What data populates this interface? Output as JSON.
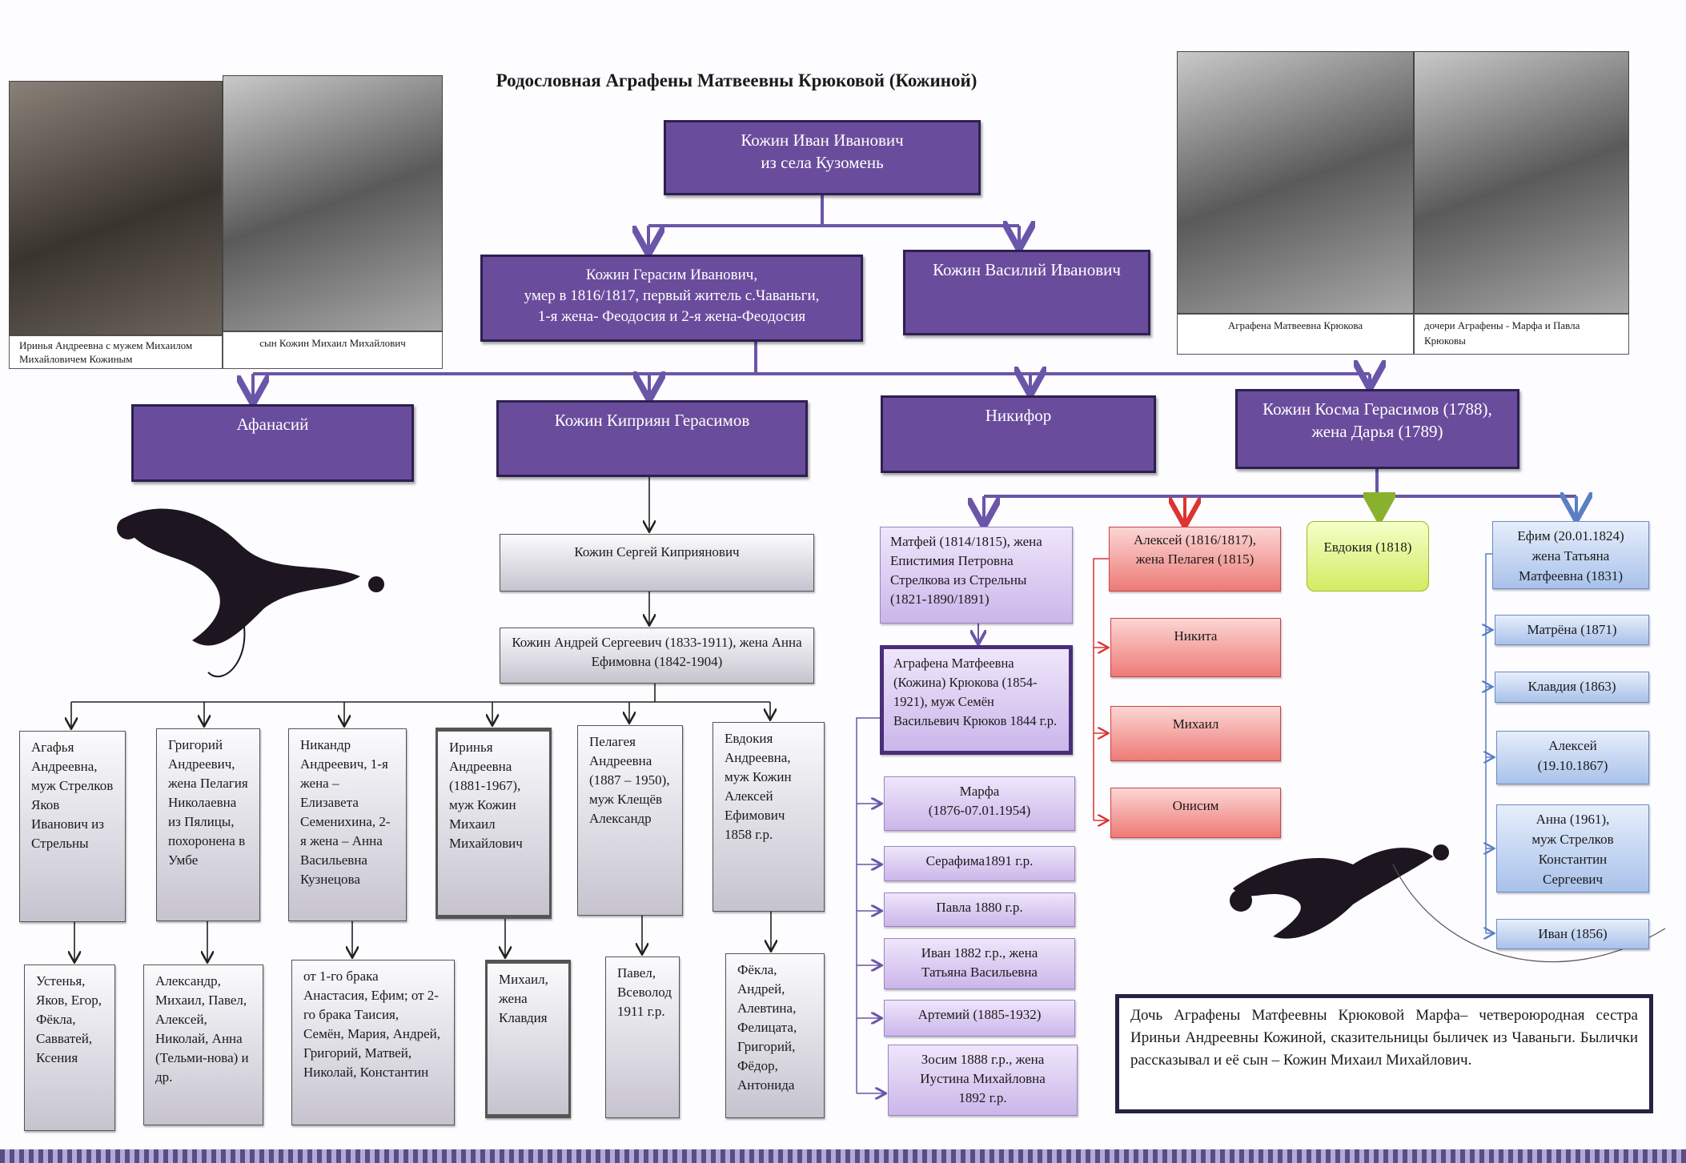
{
  "title": "Родословная Аграфены Матвеевны Крюковой (Кожиной)",
  "photos": {
    "p1_caption": "Иринья Андреевна с мужем Михаилом Михайловичем Кожиным",
    "p2_caption": "сын Кожин Михаил Михайлович",
    "p3_caption": "Аграфена Матвеевна Крюкова",
    "p4_caption": "дочери Аграфены - Марфа и Павла Крюковы"
  },
  "tree": {
    "ivan": "Кожин Иван Иванович\nиз села Кузомень",
    "gerasim": "Кожин Герасим Иванович,\nумер в 1816/1817, первый житель с.Чаваньги,\n1-я жена- Феодосия и 2-я жена-Феодосия",
    "vasiliy": "Кожин Василий Иванович",
    "afanasiy": "Афанасий",
    "kiprian": "Кожин Киприян Герасимов",
    "nikifor": "Никифор",
    "kosma": "Кожин Косма Герасимов (1788),\nжена Дарья (1789)",
    "sergey": "Кожин Сергей Киприянович",
    "andrey": "Кожин Андрей Сергеевич (1833-1911), жена Анна Ефимовна (1842-1904)",
    "andrey_children": [
      "Агафья Андреевна, муж Стрелков Яков Иванович из Стрельны",
      "Григорий Андреевич, жена Пелагия Николаевна из Пялицы, похоронена в Умбе",
      "Никандр Андреевич, 1-я жена – Елизавета Семенихина, 2-я жена – Анна Васильевна Кузнецова",
      "Иринья Андреевна (1881-1967), муж Кожин Михаил Михайлович",
      "Пелагея Андреевна (1887 – 1950), муж Клещёв Александр",
      "Евдокия Андреевна, муж Кожин Алексей Ефимович 1858 г.р."
    ],
    "grandchildren": [
      "Устенья, Яков, Егор, Фёкла, Савватей, Ксения",
      "Александр, Михаил, Павел, Алексей, Николай, Анна (Тельми-нова) и др.",
      "от 1-го брака Анастасия, Ефим; от 2-го брака Таисия, Семён, Мария, Андрей, Григорий, Матвей, Николай, Константин",
      "Михаил, жена Клавдия",
      "Павел, Всеволод 1911 г.р.",
      "Фёкла, Андрей, Алевтина, Фелицата, Григорий, Фёдор, Антонида"
    ],
    "matfey": "Матфей (1814/1815), жена Епистимия Петровна Стрелкова из Стрельны (1821-1890/1891)",
    "agrafena": "Аграфена Матфеевна (Кожина) Крюкова (1854-1921), муж Семён Васильевич Крюков 1844 г.р.",
    "agrafena_children": [
      "Марфа\n(1876-07.01.1954)",
      "Серафима1891 г.р.",
      "Павла 1880 г.р.",
      "Иван 1882 г.р., жена\nТатьяна Васильевна",
      "Артемий (1885-1932)",
      "Зосим 1888 г.р., жена\nИустина Михайловна\n1892 г.р."
    ],
    "aleksey": "Алексей (1816/1817),\nжена Пелагея (1815)",
    "aleksey_children": [
      "Никита",
      "Михаил",
      "Онисим"
    ],
    "evdokiya": "Евдокия (1818)",
    "efim": "Ефим (20.01.1824)\nжена Татьяна\nМатфеевна (1831)",
    "efim_children": [
      "Матрёна (1871)",
      "Клавдия (1863)",
      "Алексей\n(19.10.1867)",
      "Анна (1961),\nмуж Стрелков\nКонстантин\nСергеевич",
      "Иван (1856)"
    ]
  },
  "note": "Дочь Аграфены Матфеевны Крюковой Марфа– четвероюродная сестра Ириньи Андреевны Кожиной, сказительницы быличек из Чаваньги. Былички рассказывал и её сын – Кожин Михаил Михайлович.",
  "colors": {
    "purple": "#6a4c9c",
    "red": "#ee7a76",
    "green": "#d2ec62",
    "blue": "#a9c2ea",
    "line": "#6a56a8"
  }
}
